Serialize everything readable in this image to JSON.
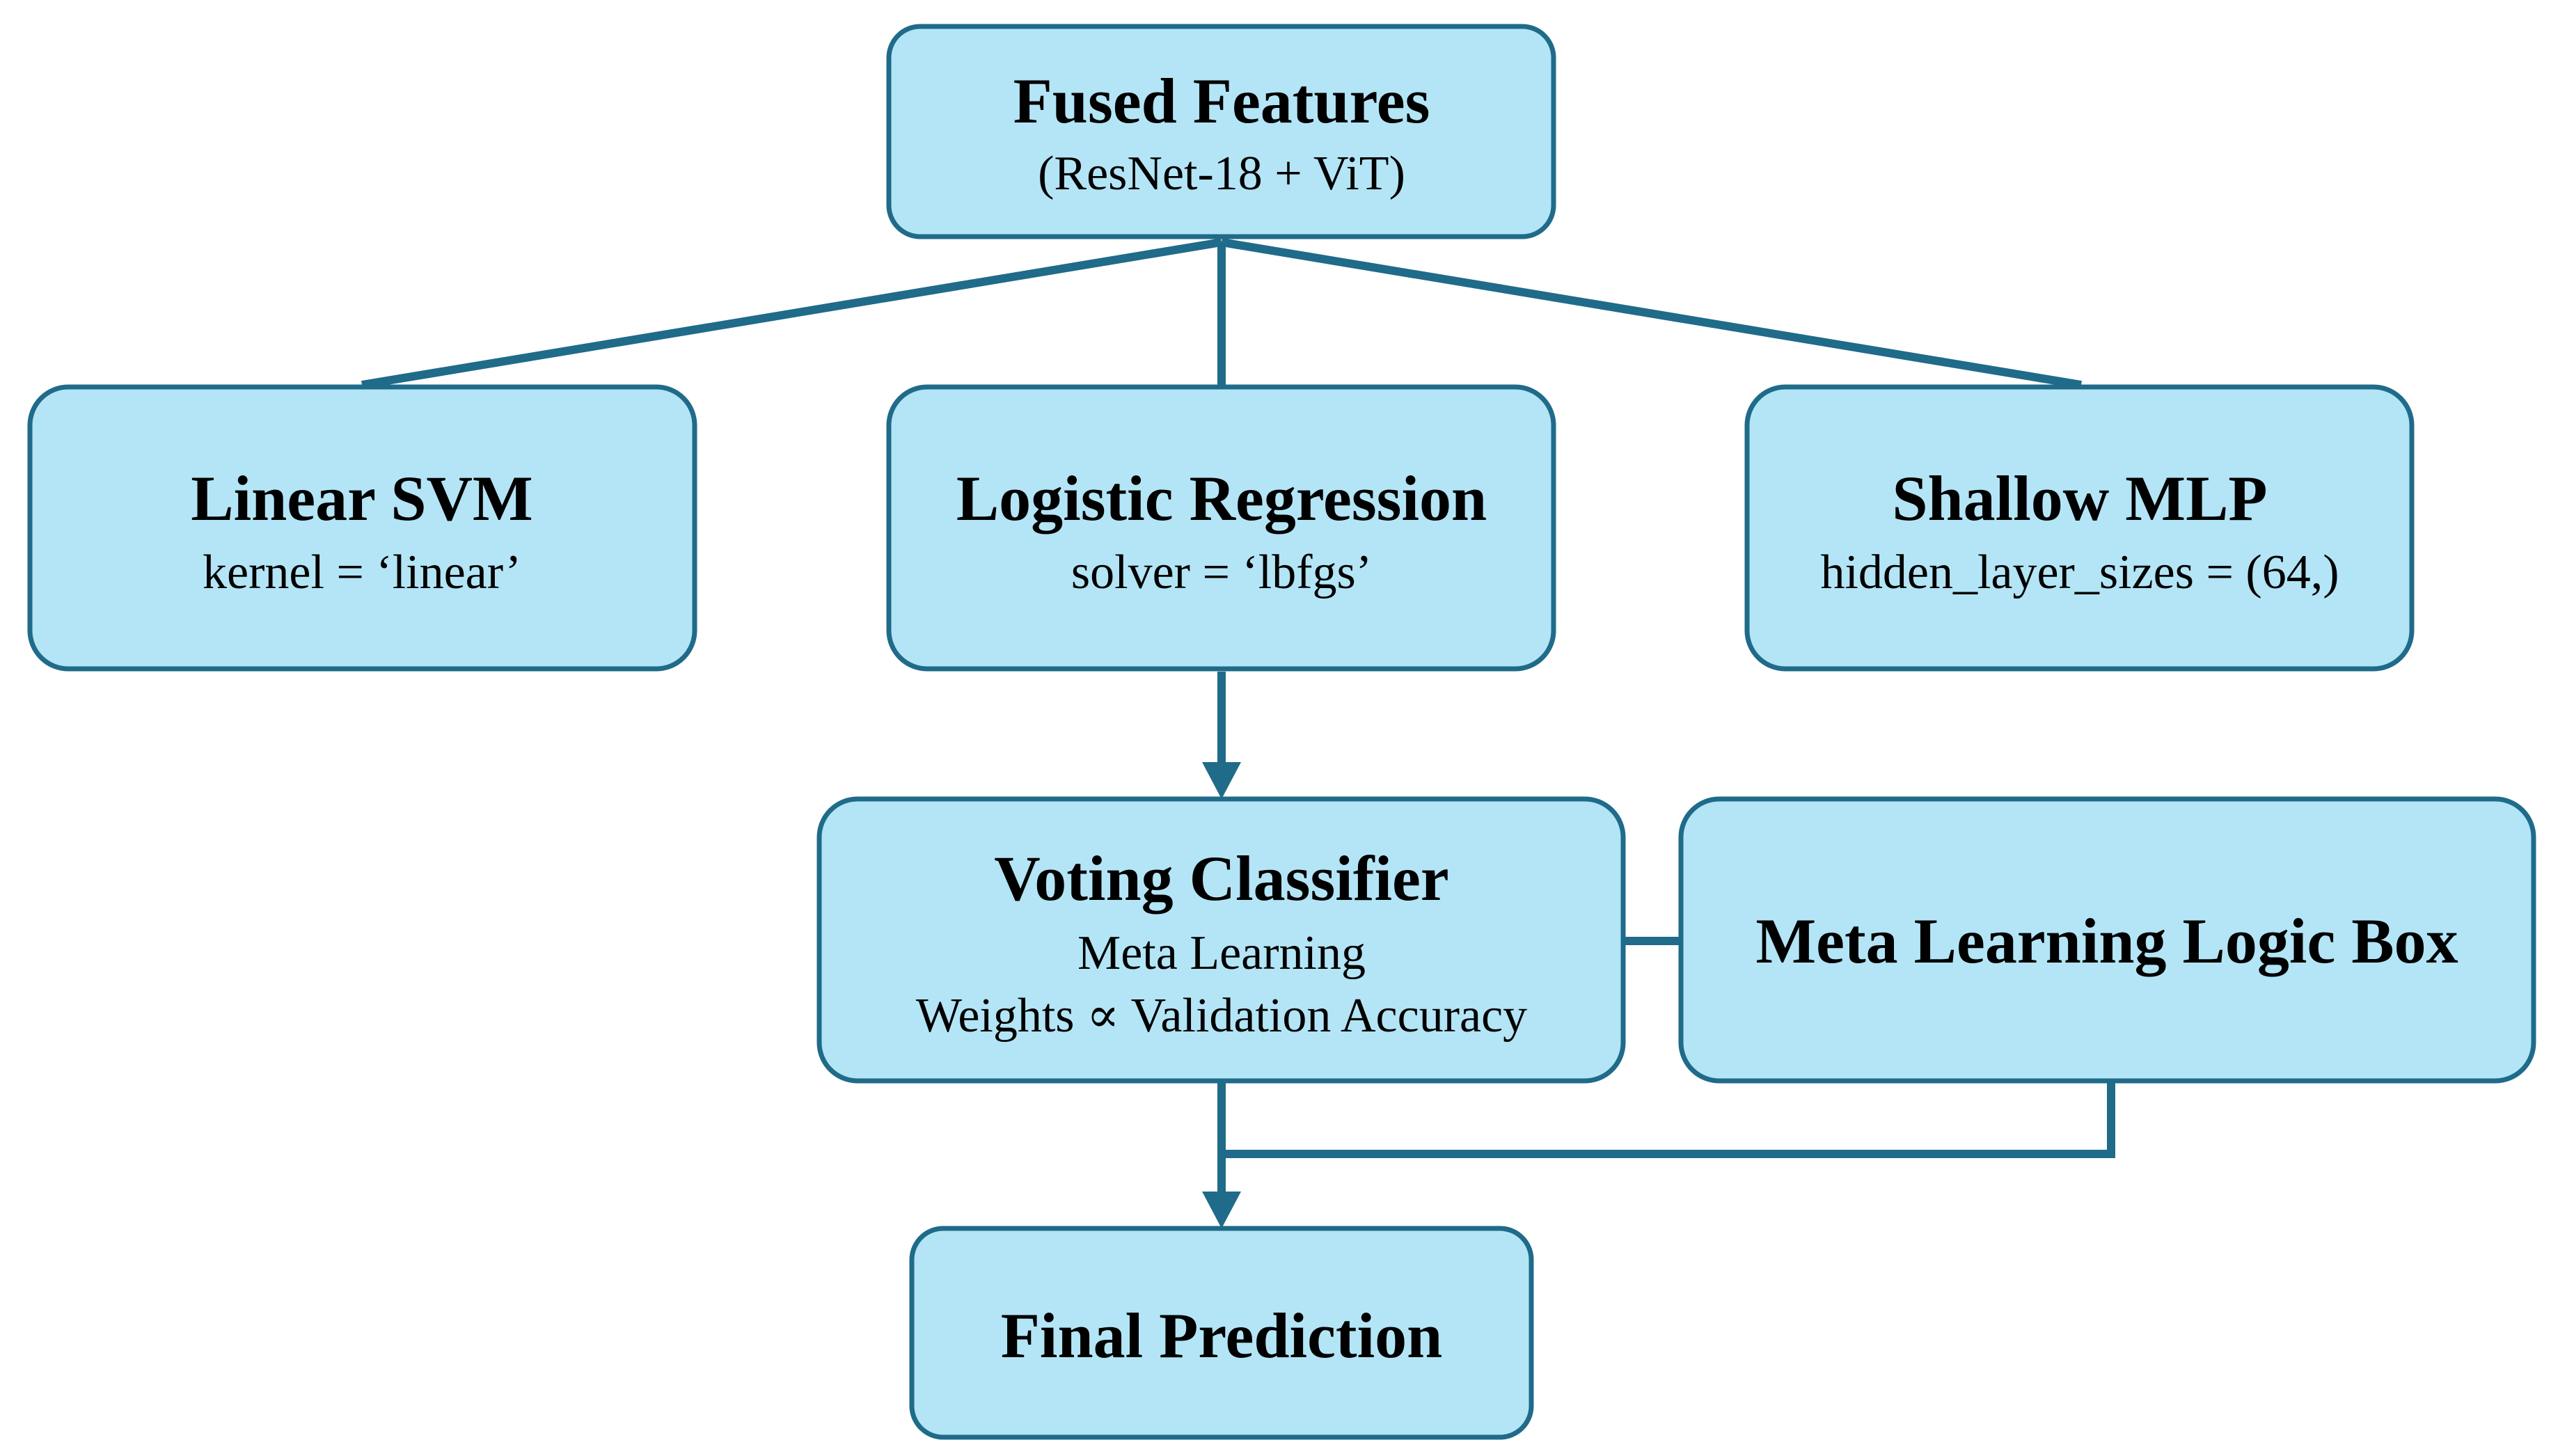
{
  "colors": {
    "box_fill": "#b3e5f6",
    "box_border": "#1f6b89",
    "connector": "#1f6b89",
    "text": "#000000"
  },
  "nodes": {
    "fused": {
      "title": "Fused Features",
      "subtitle": "(ResNet-18 + ViT)"
    },
    "svm": {
      "title": "Linear SVM",
      "subtitle": "kernel = ‘linear’"
    },
    "logreg": {
      "title": "Logistic Regression",
      "subtitle": "solver = ‘lbfgs’"
    },
    "mlp": {
      "title": "Shallow MLP",
      "subtitle": "hidden_layer_sizes = (64,)"
    },
    "voting": {
      "title": "Voting Classifier",
      "line1": "Meta Learning",
      "line2": "Weights ∝ Validation Accuracy"
    },
    "meta": {
      "title": "Meta Learning Logic Box"
    },
    "final": {
      "title": "Final Prediction"
    }
  }
}
